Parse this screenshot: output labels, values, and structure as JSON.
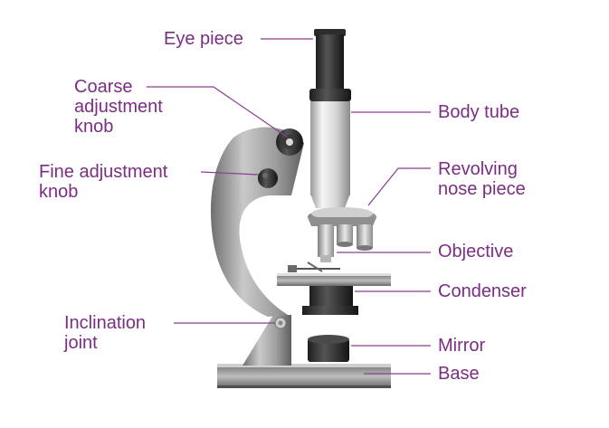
{
  "diagram": {
    "label_color": "#7b2d82",
    "line_color": "#8a3d90",
    "labels": {
      "eye_piece": [
        "Eye piece"
      ],
      "coarse_adjustment_knob": [
        "Coarse",
        "adjustment",
        "knob"
      ],
      "fine_adjustment_knob": [
        "Fine adjustment",
        "knob"
      ],
      "inclination_joint": [
        "Inclination",
        "joint"
      ],
      "body_tube": [
        "Body tube"
      ],
      "revolving_nose_piece": [
        "Revolving",
        "nose piece"
      ],
      "objective": [
        "Objective"
      ],
      "condenser": [
        "Condenser"
      ],
      "mirror": [
        "Mirror"
      ],
      "base": [
        "Base"
      ]
    }
  }
}
